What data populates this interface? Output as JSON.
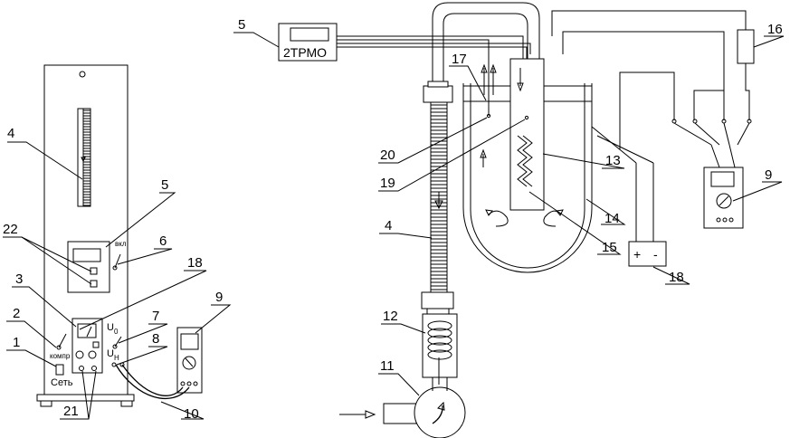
{
  "labels": {
    "n1": "1",
    "n2": "2",
    "n3": "3",
    "n4": "4",
    "n5": "5",
    "n6": "6",
    "n7": "7",
    "n8": "8",
    "n9": "9",
    "n10": "10",
    "n11": "11",
    "n12": "12",
    "n13": "13",
    "n14": "14",
    "n15": "15",
    "n16": "16",
    "n17": "17",
    "n18": "18",
    "n19": "19",
    "n20": "20",
    "n21": "21",
    "n22": "22"
  },
  "panel": {
    "network": "Сеть",
    "compressor": "компр",
    "on": "вкл",
    "u_letter": "U",
    "u0_sub": "0",
    "uh_sub": "Н"
  },
  "controller": {
    "name": "2ТРМО"
  },
  "power_unit": {
    "plus": "+",
    "minus": "-"
  }
}
